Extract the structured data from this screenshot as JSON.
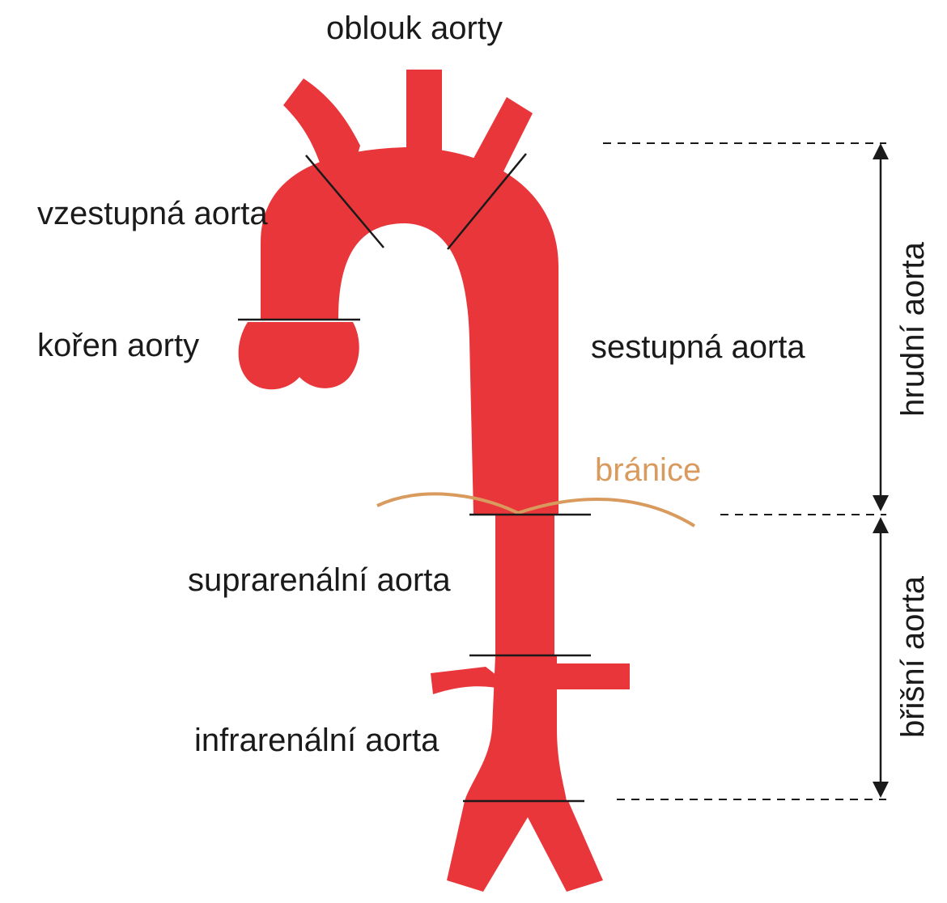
{
  "labels": {
    "arch": "oblouk aorty",
    "ascending": "vzestupná aorta",
    "root": "kořen aorty",
    "descending": "sestupná aorta",
    "diaphragm": "bránice",
    "suprarenal": "suprarenální aorta",
    "infrarenal": "infrarenální aorta",
    "thoracic": "hrudní aorta",
    "abdominal": "břišní aorta"
  },
  "colors": {
    "aorta": "#e8363b",
    "diaphragm": "#d99a5e",
    "text": "#1a1a1a",
    "lines": "#1a1a1a"
  }
}
